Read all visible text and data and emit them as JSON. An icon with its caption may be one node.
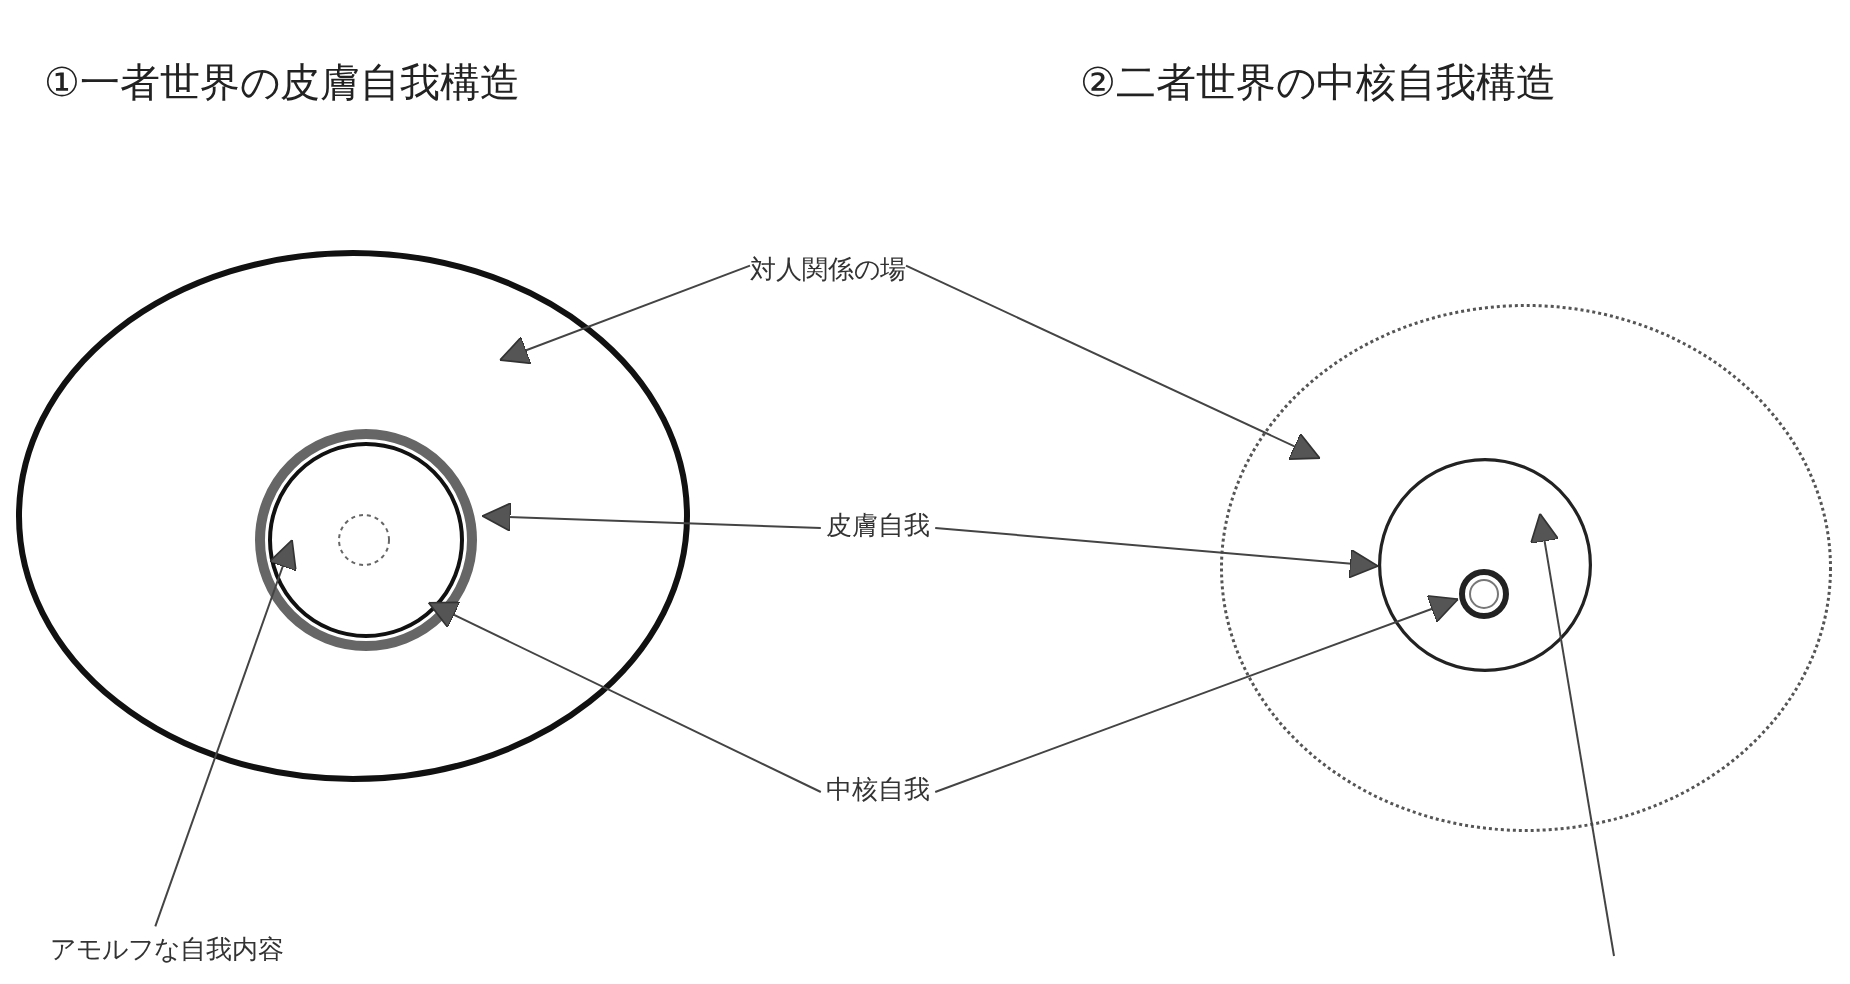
{
  "diagram": {
    "nodes": [
      {
        "text": [],
        "shape": "ellipse"
      },
      {
        "text": [],
        "shape": "ring",
        "in": 0
      },
      {
        "text": [],
        "shape": "circle",
        "in": 1
      },
      {
        "text": [
          "対人関係の場"
        ]
      },
      {
        "text": [
          "皮膚自我"
        ]
      },
      {
        "text": [
          "中核自我"
        ]
      },
      {
        "text": [],
        "shape": "ellipse"
      },
      {
        "text": [],
        "shape": "circle",
        "in": 6
      },
      {
        "text": [],
        "shape": "ring",
        "in": 7
      },
      {
        "text": [
          "アモルフな自我内容"
        ]
      }
    ],
    "edges": [
      {
        "from": 3,
        "to": 0,
        "arrow": "to"
      },
      {
        "from": 3,
        "to": 6,
        "arrow": "to"
      },
      {
        "from": 4,
        "to": 1,
        "arrow": "to"
      },
      {
        "from": 4,
        "to": 7,
        "arrow": "to"
      },
      {
        "from": 5,
        "to": 1,
        "arrow": "to"
      },
      {
        "from": 5,
        "to": 8,
        "arrow": "to"
      },
      {
        "from": 9,
        "to": 1,
        "arrow": "to"
      },
      {
        "from": null,
        "to": 7,
        "arrow": "to"
      }
    ],
    "labels": [
      "①一者世界の皮膚自我構造",
      "②二者世界の中核自我構造"
    ]
  }
}
